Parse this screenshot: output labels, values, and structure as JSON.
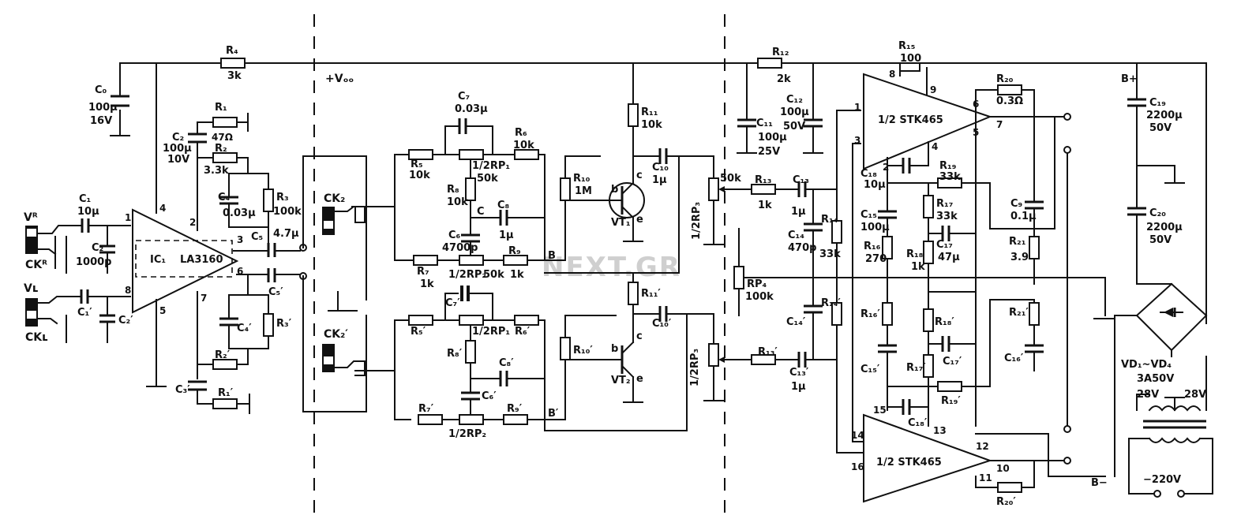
{
  "labels": {
    "R4": "R₄",
    "R4v": "3k",
    "vcc": "+Vₒₒ",
    "C0": "C₀",
    "C0v": "100μ",
    "C0v2": "16V",
    "R1": "R₁",
    "R1v": "47Ω",
    "C2": "C₂",
    "C2v": "100μ",
    "C2v2": "10V",
    "R2": "R₂",
    "R2v": "3.3k",
    "C4": "C₄",
    "C4v": "0.03μ",
    "R3": "R₃",
    "R3v": "100k",
    "C1": "C₁",
    "C1v": "10μ",
    "C2s": "C₂",
    "C2sv": "1000p",
    "VR": "Vᴿ",
    "CKR": "CKᴿ",
    "VL": "Vʟ",
    "CKL": "CKʟ",
    "C1p": "C₁′",
    "C2sp": "C₂′",
    "IC": "IC₁",
    "ICname": "LA3160",
    "C5": "C₅",
    "C5v": "4.7μ",
    "C5p": "C₅′",
    "C4p": "C₄′",
    "R3p": "R₃′",
    "R2p": "R₂′",
    "C3p": "C₃′",
    "R1p": "R₁′",
    "CK2": "CK₂",
    "CK2p": "CK₂′",
    "C7": "C₇",
    "C7v": "0.03μ",
    "R5": "R₅",
    "R5v": "10k",
    "RP1": "1/2RP₁",
    "RP1v": "50k",
    "R6": "R₆",
    "R6v": "10k",
    "R8": "R₈",
    "R8v": "10k",
    "C8": "C₈",
    "C8v": "1μ",
    "C6": "C₆",
    "C6v": "4700p",
    "R7": "R₇",
    "R7v": "1k",
    "RP2": "1/2RP₂",
    "RP2v": "50k",
    "R9": "R₉",
    "R9v": "1k",
    "nodeB": "B",
    "nodeC": "C",
    "nodeBp": "B′",
    "R10": "R₁₀",
    "R10v": "1M",
    "R11": "R₁₁",
    "R11v": "10k",
    "C10": "C₁₀",
    "C10v": "1μ",
    "VT1": "VT₁",
    "VT2": "VT₂",
    "b": "b",
    "c": "c",
    "e": "e",
    "R5p": "R₅′",
    "C7p": "C₇′",
    "RP1p": "1/2RP₁",
    "R6p": "R₆′",
    "R8p": "R₈′",
    "C8p": "C₈′",
    "C6p": "C₆′",
    "R7p": "R₇′",
    "RP2p": "1/2RP₂",
    "R9p": "R₉′",
    "R10p": "R₁₀′",
    "R11p": "R₁₁′",
    "C10p": "C₁₀′",
    "RP3": "1/2RP₃",
    "RP3v": "50k",
    "RP3b": "1/2RP₃",
    "R12": "R₁₂",
    "R12v": "2k",
    "R15": "R₁₅",
    "R15v": "100",
    "C12": "C₁₂",
    "C12v": "100μ",
    "C12v2": "50V",
    "C11": "C₁₁",
    "C11v": "100μ",
    "C11v2": "25V",
    "R13": "R₁₃",
    "R13v": "1k",
    "C13": "C₁₃",
    "C13v": "1μ",
    "C14": "C₁₄",
    "C14v": "470p",
    "R14": "R₁₄",
    "R14v": "33k",
    "RP4": "RP₄",
    "RP4v": "100k",
    "C14p": "C₁₄′",
    "R14p": "R₁₄′",
    "R13p": "R₁₃′",
    "C13p": "C₁₃′",
    "C13pv": "1μ",
    "STK": "1/2 STK465",
    "STKb": "1/2 STK465",
    "R20": "R₂₀",
    "R20v": "0.3Ω",
    "R20p": "R₂₀′",
    "C18": "C₁₈",
    "C18v": "10μ",
    "R19": "R₁₉",
    "R19v": "33k",
    "C15": "C₁₅",
    "C15v": "100μ",
    "R16": "R₁₆",
    "R16v": "270",
    "R17": "R₁₇",
    "R17v": "33k",
    "C17": "C₁₇",
    "C17v": "47μ",
    "R18": "R₁₈",
    "R18v": "1k",
    "C9": "C₉",
    "C9v": "0.1μ",
    "R21": "R₂₁",
    "R21v": "3.9",
    "R16p": "R₁₆′",
    "R18p": "R₁₈′",
    "C15p": "C₁₅′",
    "R17p": "R₁₇′",
    "C17p": "C₁₇′",
    "R19p": "R₁₉′",
    "C18p": "C₁₈′",
    "R21p": "R₂₁′",
    "C16p": "C₁₆′",
    "Bplus": "B+",
    "Bminus": "B−",
    "C19": "C₁₉",
    "C19v": "2200μ",
    "C19v2": "50V",
    "C20": "C₂₀",
    "C20v": "2200μ",
    "C20v2": "50V",
    "VD": "VD₁~VD₄",
    "VDv": "3A50V",
    "T28a": "28V",
    "T28b": "28V",
    "mains": "−220V",
    "watermark": "NEXT.GR"
  },
  "pins": {
    "ic_1": "1",
    "ic_2": "2",
    "ic_3": "3",
    "ic_4": "4",
    "ic_5": "5",
    "ic_6": "6",
    "ic_7": "7",
    "ic_8": "8",
    "stk_1": "1",
    "stk_2": "2",
    "stk_3": "3",
    "stk_4": "4",
    "stk_5": "5",
    "stk_6": "6",
    "stk_7": "7",
    "stk_8": "8",
    "stk_9": "9",
    "stk_10": "10",
    "stk_11": "11",
    "stk_12": "12",
    "stk_13": "13",
    "stk_14": "14",
    "stk_15": "15",
    "stk_16": "16"
  }
}
